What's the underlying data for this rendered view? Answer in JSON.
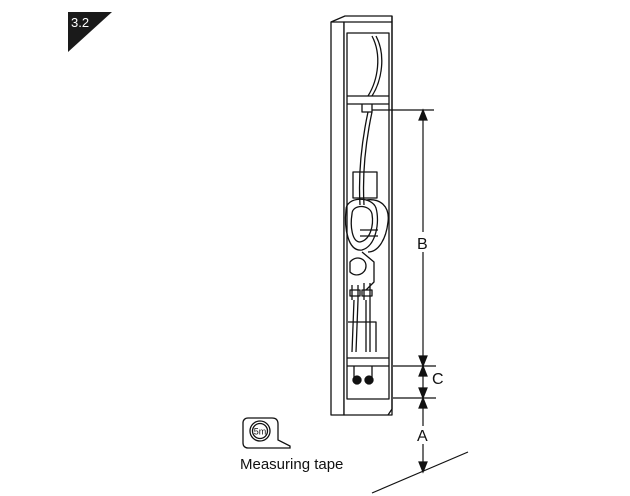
{
  "step": {
    "number": "3.2"
  },
  "dimensions": {
    "a": "A",
    "b": "B",
    "c": "C"
  },
  "tool": {
    "icon_text": "5m",
    "caption": "Measuring tape"
  },
  "colors": {
    "ink": "#111111",
    "background": "#ffffff",
    "badge": "#1a1a1a",
    "badge_text": "#ffffff"
  }
}
